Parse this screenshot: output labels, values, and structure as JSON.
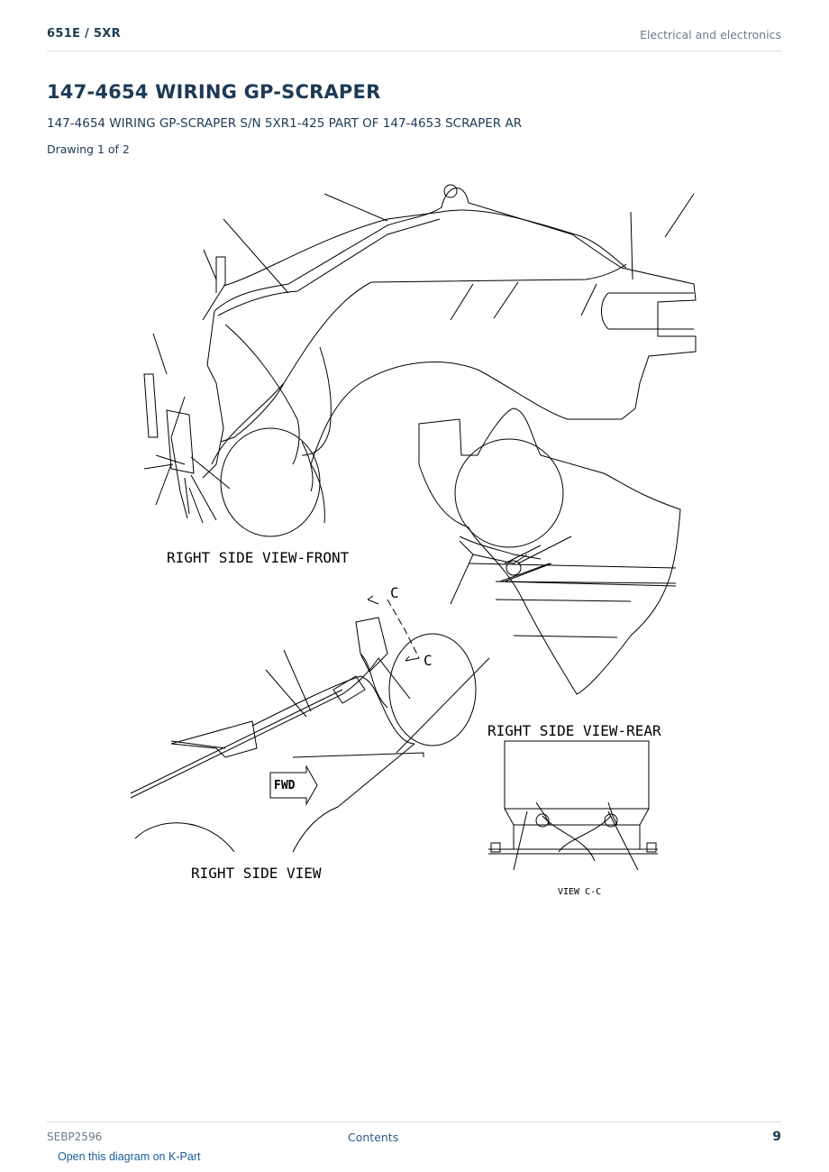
{
  "header": {
    "model": "651E  /  5XR",
    "section": "Electrical and electronics"
  },
  "document": {
    "title": "147-4654 WIRING GP-SCRAPER",
    "subtitle": "147-4654 WIRING GP-SCRAPER S/N 5XR1-425 PART OF 147-4653 SCRAPER AR",
    "drawing": "Drawing 1 of 2"
  },
  "diagram": {
    "labels": {
      "front": "RIGHT SIDE VIEW-FRONT",
      "rear": "RIGHT SIDE VIEW-REAR",
      "side": "RIGHT SIDE VIEW",
      "view_cc": "VIEW C-C",
      "section_c1": "C",
      "section_c2": "C",
      "fwd": "FWD"
    }
  },
  "footer": {
    "code": "SEBP2596",
    "contents": "Contents",
    "page": "9"
  },
  "link": {
    "kpart": "Open this diagram on K-Part"
  }
}
